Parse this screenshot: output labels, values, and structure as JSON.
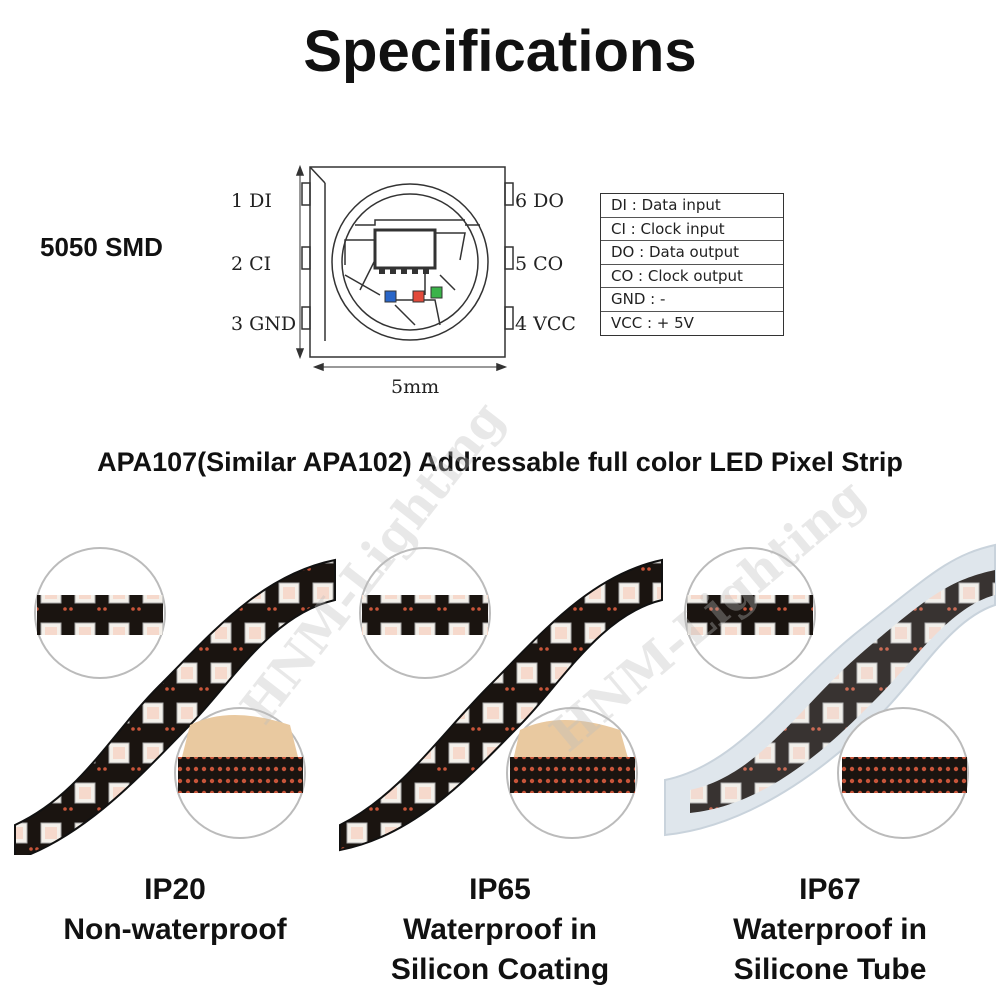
{
  "page": {
    "title": "Specifications",
    "smd_label": "5050 SMD",
    "subtitle": "APA107(Similar APA102) Addressable full color LED Pixel Strip"
  },
  "diagram": {
    "pins_left": [
      "1 DI",
      "2 CI",
      "3 GND"
    ],
    "pins_right": [
      "6 DO",
      "5 CO",
      "4 VCC"
    ],
    "dimension": "5mm"
  },
  "legend": [
    {
      "key": "DI",
      "value": "Data input"
    },
    {
      "key": "CI",
      "value": "Clock input"
    },
    {
      "key": "DO",
      "value": "Data output"
    },
    {
      "key": "CO",
      "value": "Clock output"
    },
    {
      "key": "GND",
      "value": "-"
    },
    {
      "key": "VCC",
      "value": "+ 5V"
    }
  ],
  "legend_text": [
    "DI   : Data input",
    "CI   : Clock input",
    "DO : Data output",
    "CO : Clock output",
    "GND : -",
    "VCC : + 5V"
  ],
  "variants": [
    {
      "rating": "IP20",
      "line1": "Non-waterproof",
      "line2": ""
    },
    {
      "rating": "IP65",
      "line1": "Waterproof in",
      "line2": "Silicon Coating"
    },
    {
      "rating": "IP67",
      "line1": "Waterproof in",
      "line2": "Silicone Tube"
    }
  ],
  "watermark": "HNM-Lighting",
  "colors": {
    "strip_pcb": "#1a1410",
    "led_body": "#f4f0ea",
    "copper": "#c8553a",
    "tube": "#dfe6ec",
    "tape": "#e9c9a0"
  }
}
